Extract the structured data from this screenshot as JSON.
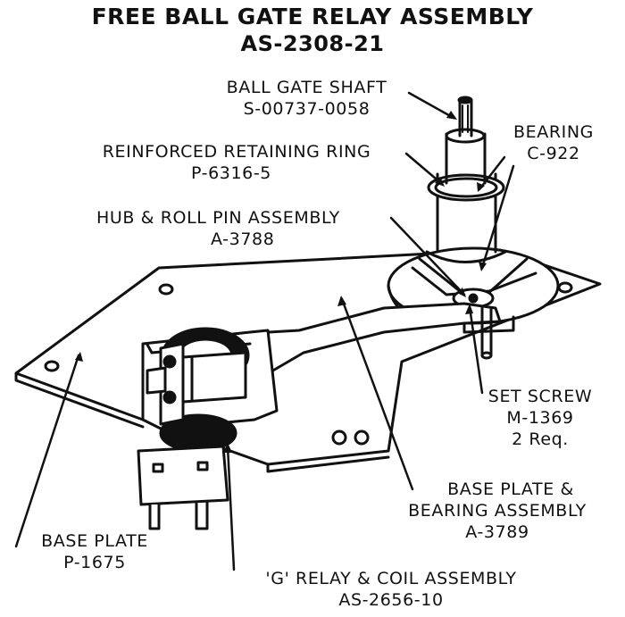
{
  "title": {
    "line1": "FREE BALL GATE RELAY ASSEMBLY",
    "line2": "AS-2308-21"
  },
  "labels": {
    "ball_gate_shaft": {
      "name": "BALL GATE SHAFT",
      "part": "S-00737-0058"
    },
    "bearing": {
      "name": "BEARING",
      "part": "C-922"
    },
    "retaining_ring": {
      "name": "REINFORCED RETAINING RING",
      "part": "P-6316-5"
    },
    "hub_roll_pin": {
      "name": "HUB & ROLL PIN ASSEMBLY",
      "part": "A-3788"
    },
    "set_screw": {
      "name": "SET SCREW",
      "part": "M-1369",
      "qty": "2 Req."
    },
    "base_plate_bearing": {
      "name1": "BASE PLATE &",
      "name2": "BEARING ASSEMBLY",
      "part": "A-3789"
    },
    "base_plate": {
      "name": "BASE PLATE",
      "part": "P-1675"
    },
    "relay_coil": {
      "name": "'G' RELAY & COIL ASSEMBLY",
      "part": "AS-2656-10"
    }
  }
}
